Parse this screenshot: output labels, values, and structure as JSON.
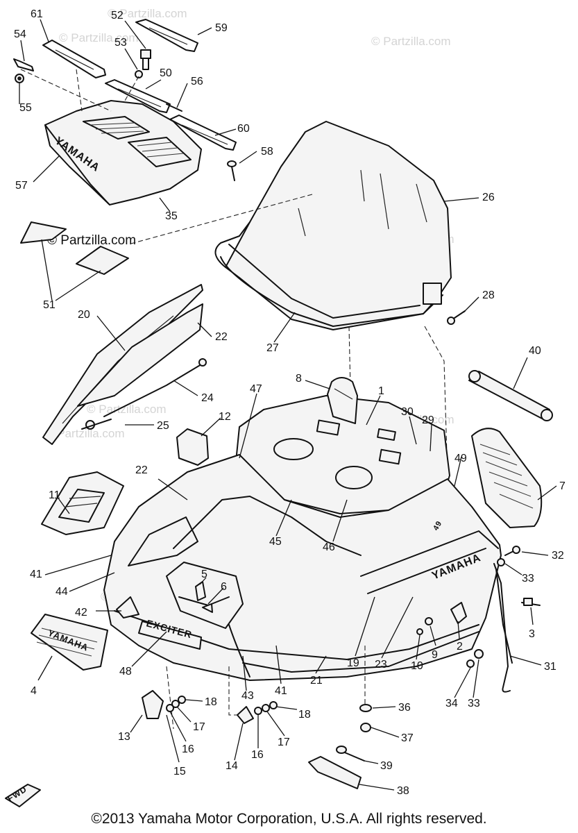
{
  "watermark_text": "© Partzilla.com",
  "watermark_prominent": "© Partzilla.com",
  "brand_labels": {
    "yamaha_top_cover": "YAMAHA",
    "yamaha_side": "YAMAHA",
    "exciter_emblem": "EXCITER",
    "front_emblem": "YAMAHA",
    "fwd_tag": "FWD"
  },
  "part_callouts": {
    "c61": "61",
    "c52": "52",
    "c59": "59",
    "c54": "54",
    "c53": "53",
    "c50": "50",
    "c56": "56",
    "c55": "55",
    "c60": "60",
    "c58": "58",
    "c57": "57",
    "c35": "35",
    "c26": "26",
    "c51": "51",
    "c28": "28",
    "c20": "20",
    "c22a": "22",
    "c27": "27",
    "c40": "40",
    "c8": "8",
    "c1": "1",
    "c47": "47",
    "c24": "24",
    "c30": "30",
    "c29": "29",
    "c25": "25",
    "c12": "12",
    "c49": "49",
    "c22b": "22",
    "c7": "7",
    "c11": "11",
    "c45": "45",
    "c46": "46",
    "c32": "32",
    "c41a": "41",
    "c33a": "33",
    "c44": "44",
    "c5": "5",
    "c6": "6",
    "c42": "42",
    "c3": "3",
    "c2": "2",
    "c9": "9",
    "c10": "10",
    "c23": "23",
    "c19": "19",
    "c48": "48",
    "c4": "4",
    "c31": "31",
    "c21": "21",
    "c41b": "41",
    "c43": "43",
    "c34": "34",
    "c33b": "33",
    "c18a": "18",
    "c17a": "17",
    "c36": "36",
    "c13": "13",
    "c16a": "16",
    "c18b": "18",
    "c17b": "17",
    "c37": "37",
    "c15": "15",
    "c14": "14",
    "c16b": "16",
    "c39": "39",
    "c38": "38"
  },
  "copyright": "©2013 Yamaha Motor Corporation, U.S.A. All rights reserved."
}
